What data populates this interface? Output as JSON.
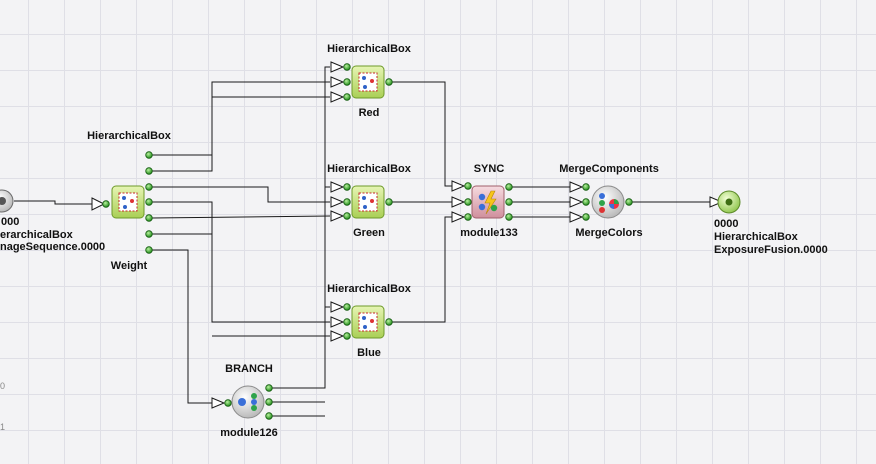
{
  "nodes": {
    "source": {
      "id": "000",
      "line2": "erarchicalBox",
      "line3": "nageSequence.0000"
    },
    "weight": {
      "header": "HierarchicalBox",
      "footer": "Weight"
    },
    "red": {
      "header": "HierarchicalBox",
      "footer": "Red"
    },
    "green": {
      "header": "HierarchicalBox",
      "footer": "Green"
    },
    "blue": {
      "header": "HierarchicalBox",
      "footer": "Blue"
    },
    "sync": {
      "header": "SYNC",
      "footer": "module133"
    },
    "merge": {
      "header": "MergeComponents",
      "footer": "MergeColors"
    },
    "branch": {
      "header": "BRANCH",
      "footer": "module126"
    },
    "output": {
      "id": "0000",
      "line2": "HierarchicalBox",
      "line3": "ExposureFusion.0000"
    }
  },
  "edge_labels": {
    "mark_a": "0",
    "mark_b": "1"
  },
  "colors": {
    "wire": "#1a1a1a",
    "port": "#39b02b",
    "box_green": "#c9e48a",
    "sync_pink": "#e7b8c0",
    "canvas": "#f3f3f5"
  },
  "icons": {
    "hier_box": "hierarchical-box-icon",
    "sync": "sync-lightning-icon",
    "merge": "merge-components-icon",
    "branch": "branch-icon",
    "source": "source-node-icon",
    "output": "output-node-icon"
  }
}
